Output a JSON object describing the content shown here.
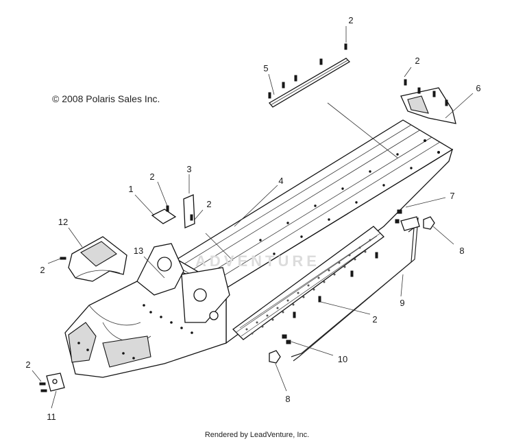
{
  "copyright": "© 2008 Polaris Sales Inc.",
  "footer": "Rendered by LeadVenture, Inc.",
  "watermark": "ADVENTURE",
  "callouts": [
    {
      "id": "c2a",
      "label": "2"
    },
    {
      "id": "c5",
      "label": "5"
    },
    {
      "id": "c2b",
      "label": "2"
    },
    {
      "id": "c6",
      "label": "6"
    },
    {
      "id": "c4",
      "label": "4"
    },
    {
      "id": "c3",
      "label": "3"
    },
    {
      "id": "c2c",
      "label": "2"
    },
    {
      "id": "c1",
      "label": "1"
    },
    {
      "id": "c2d",
      "label": "2"
    },
    {
      "id": "c12",
      "label": "12"
    },
    {
      "id": "c2e",
      "label": "2"
    },
    {
      "id": "c13",
      "label": "13"
    },
    {
      "id": "c7",
      "label": "7"
    },
    {
      "id": "c8a",
      "label": "8"
    },
    {
      "id": "c9",
      "label": "9"
    },
    {
      "id": "c2f",
      "label": "2"
    },
    {
      "id": "c10",
      "label": "10"
    },
    {
      "id": "c8b",
      "label": "8"
    },
    {
      "id": "c2g",
      "label": "2"
    },
    {
      "id": "c11",
      "label": "11"
    }
  ]
}
